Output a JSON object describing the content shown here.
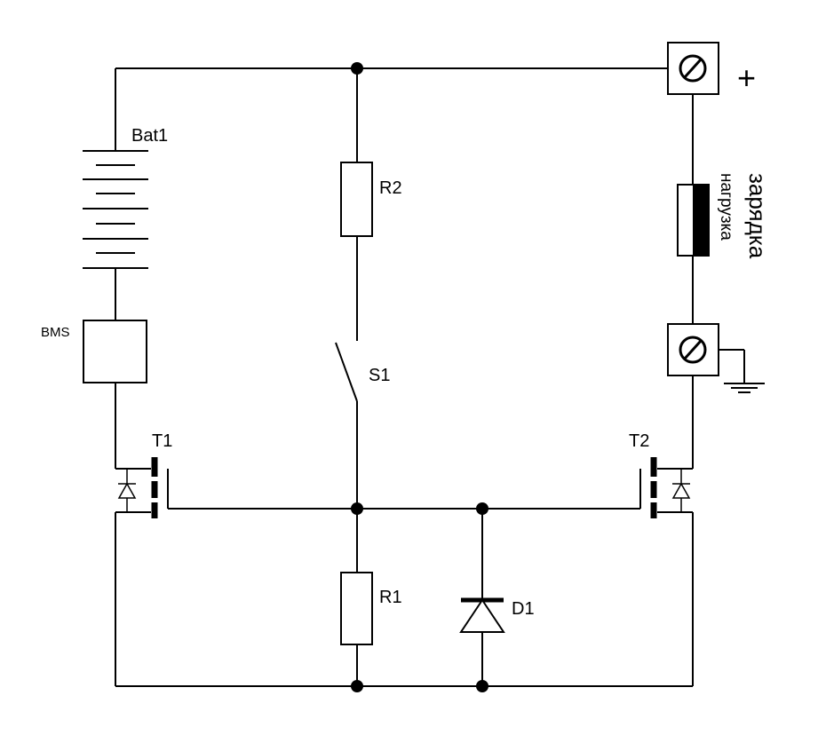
{
  "diagram": {
    "labels": {
      "bat1": "Bat1",
      "bms": "BMS",
      "r2": "R2",
      "s1": "S1",
      "r1": "R1",
      "d1": "D1",
      "t1": "T1",
      "t2": "T2",
      "plus": "+",
      "charge": "зарядка",
      "load": "нагрузка"
    }
  }
}
